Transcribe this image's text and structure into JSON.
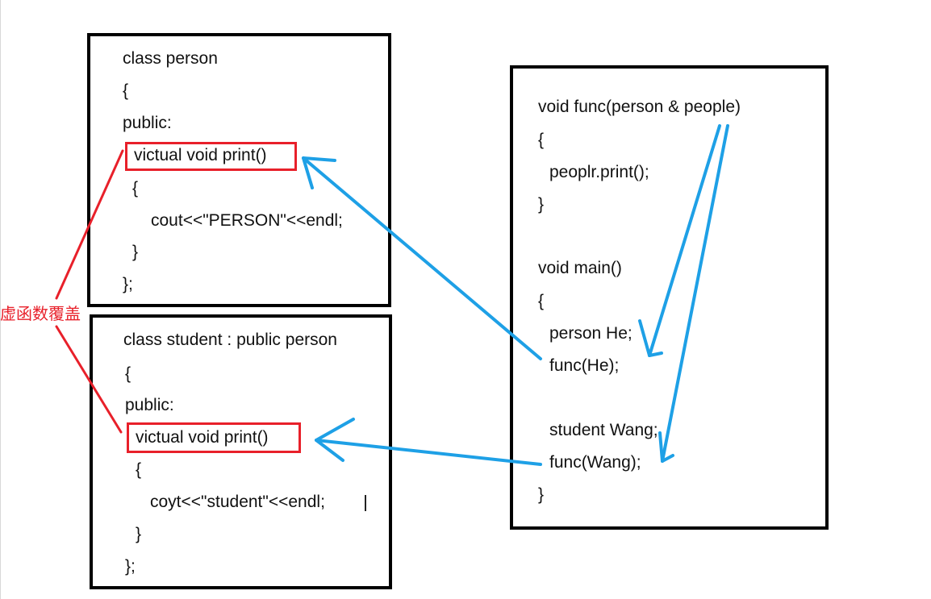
{
  "person_box": {
    "lines": [
      "class person",
      "{",
      "public:",
      "victual void print()",
      "{",
      "cout<<\"PERSON\"<<endl;",
      "}",
      "};"
    ]
  },
  "student_box": {
    "lines": [
      "class student : public person",
      "{",
      "public:",
      "victual void print()",
      "{",
      "coyt<<\"student\"<<endl;",
      "}",
      "};"
    ]
  },
  "main_box": {
    "lines": [
      "void func(person & people)",
      "{",
      "peoplr.print();",
      "}",
      "void main()",
      "{",
      "person He;",
      "func(He);",
      "student Wang;",
      "func(Wang);",
      "}"
    ]
  },
  "annotation": {
    "label": "虚函数覆盖"
  },
  "colors": {
    "highlight": "#e8202a",
    "arrow": "#1ea0e6",
    "border": "#000000"
  }
}
